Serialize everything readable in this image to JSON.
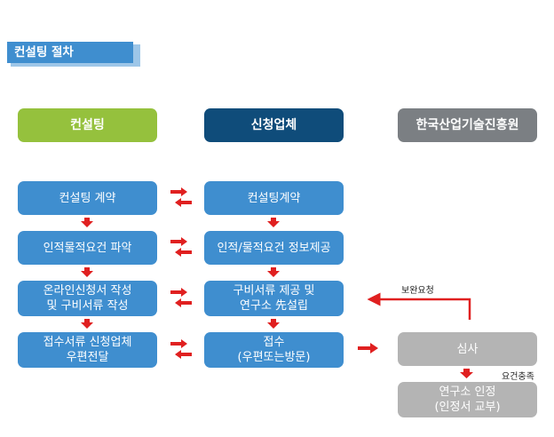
{
  "title": "컨설팅 절차",
  "headers": {
    "consulting": "컨설팅",
    "applicant": "신청업체",
    "kitech": "한국산업기술진흥원"
  },
  "consulting_steps": [
    "컨설팅 계약",
    "인적물적요건 파악",
    "온라인신청서 작성\n및 구비서류 작성",
    "접수서류 신청업체\n우편전달"
  ],
  "applicant_steps": [
    "컨설팅계약",
    "인적/물적요건 정보제공",
    "구비서류 제공 및\n연구소 先설립",
    "접수\n(우편또는방문)"
  ],
  "kitech_steps": [
    "심사",
    "연구소 인정\n(인정서 교부)"
  ],
  "annotations": {
    "supplement_request": "보완요청",
    "requirements_met": "요건충족"
  },
  "colors": {
    "consulting": "#95c13d",
    "applicant_header": "#0f4c7a",
    "kitech_header": "#7b7f83",
    "step_blue": "#3f8ecf",
    "step_gray": "#b4b4b4",
    "arrow_red": "#e02020"
  }
}
